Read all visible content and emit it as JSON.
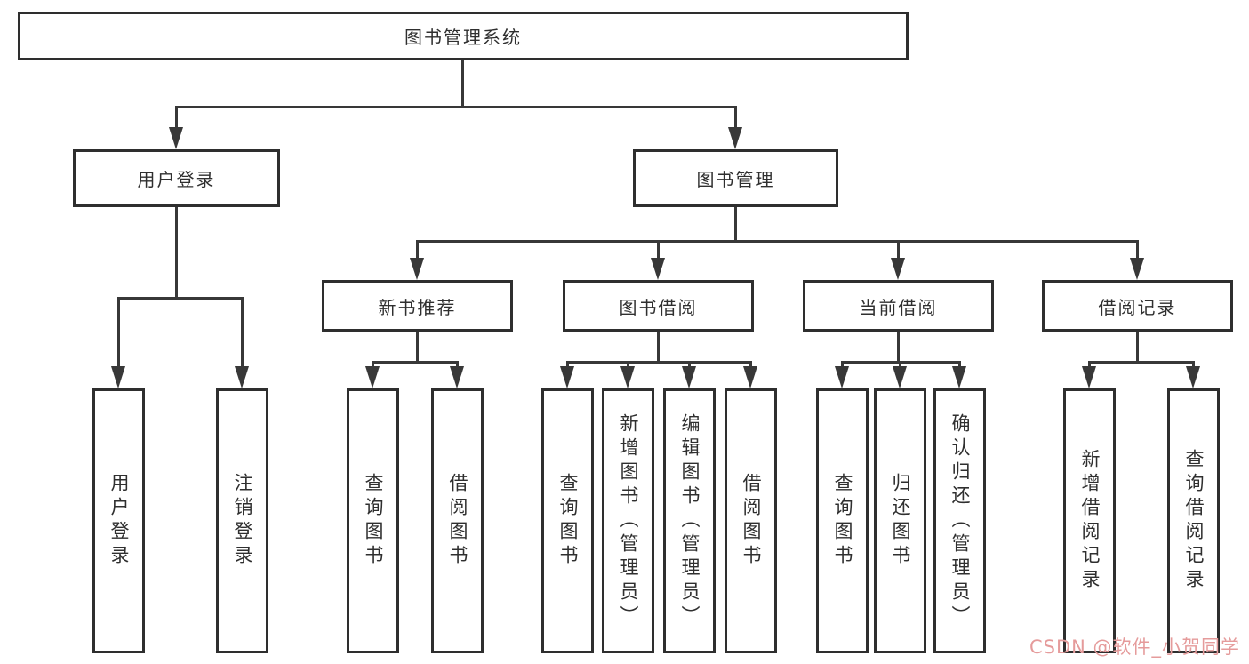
{
  "tree": {
    "label": "图书管理系统",
    "children": [
      {
        "label": "用户登录",
        "children": [
          {
            "label": "用户登录"
          },
          {
            "label": "注销登录"
          }
        ]
      },
      {
        "label": "图书管理",
        "children": [
          {
            "label": "新书推荐",
            "children": [
              {
                "label": "查询图书"
              },
              {
                "label": "借阅图书"
              }
            ]
          },
          {
            "label": "图书借阅",
            "children": [
              {
                "label": "查询图书"
              },
              {
                "label": "新增图书（管理员）"
              },
              {
                "label": "编辑图书（管理员）"
              },
              {
                "label": "借阅图书"
              }
            ]
          },
          {
            "label": "当前借阅",
            "children": [
              {
                "label": "查询图书"
              },
              {
                "label": "归还图书"
              },
              {
                "label": "确认归还（管理员）"
              }
            ]
          },
          {
            "label": "借阅记录",
            "children": [
              {
                "label": "新增借阅记录"
              },
              {
                "label": "查询借阅记录"
              }
            ]
          }
        ]
      }
    ]
  },
  "watermark": {
    "text": "CSDN @软件_小贺同学"
  },
  "colors": {
    "line": "#383838",
    "border": "#2e2e2e",
    "text": "#2f2f2f",
    "background": "#ffffff",
    "watermark": "#e59b9b"
  }
}
